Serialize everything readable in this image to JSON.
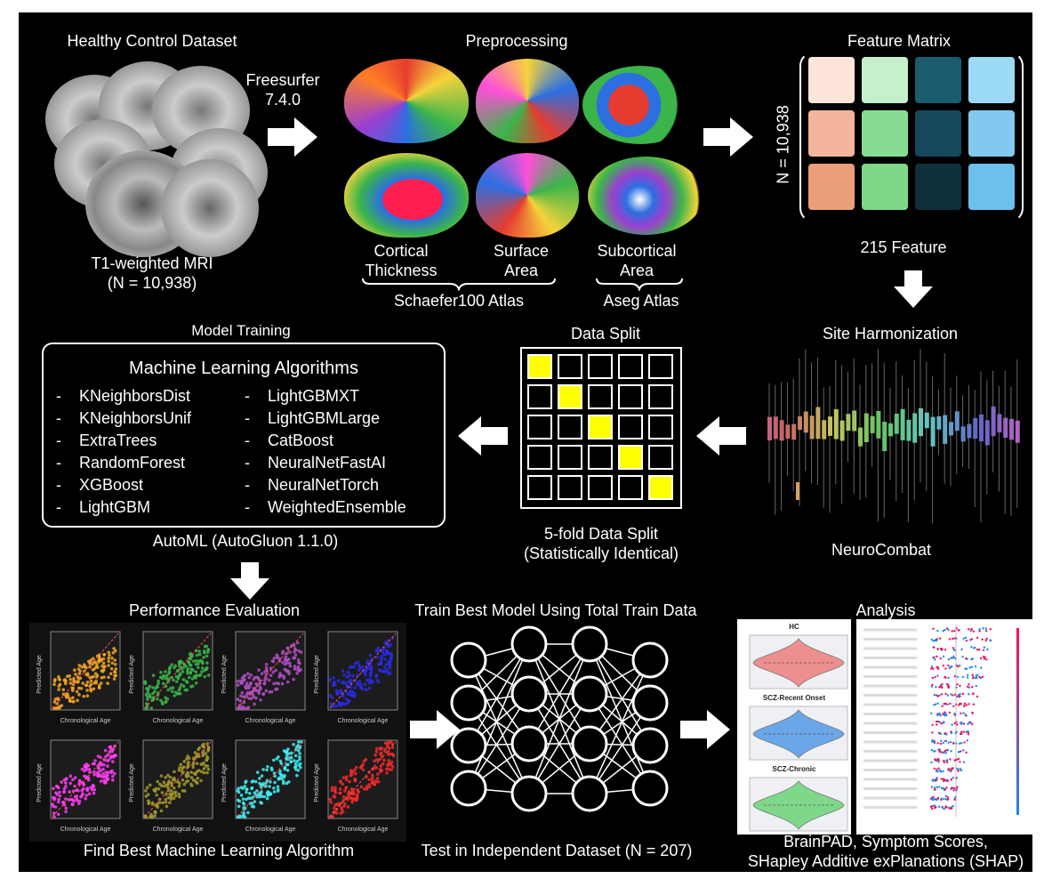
{
  "healthy": {
    "title": "Healthy Control Dataset",
    "caption_line1": "T1-weighted MRI",
    "caption_line2": "(N = 10,938)"
  },
  "freesurfer": {
    "line1": "Freesurfer",
    "line2": "7.4.0"
  },
  "preprocessing": {
    "title": "Preprocessing",
    "label_cortical_1": "Cortical",
    "label_cortical_2": "Thickness",
    "label_surface_1": "Surface",
    "label_surface_2": "Area",
    "label_subcortical_1": "Subcortical",
    "label_subcortical_2": "Area",
    "atlas_schaefer": "Schaefer100 Atlas",
    "atlas_aseg": "Aseg Atlas"
  },
  "feature_matrix": {
    "title": "Feature Matrix",
    "n_label": "N = 10,938",
    "feature_label": "215 Feature",
    "colors": [
      [
        "#fde5da",
        "#c5f0cc",
        "#1b5b6e",
        "#9cd9f4"
      ],
      [
        "#f3b69c",
        "#86dc93",
        "#17475a",
        "#82c9ef"
      ],
      [
        "#e9a078",
        "#7dd888",
        "#102f3c",
        "#6cc0ec"
      ]
    ]
  },
  "site_harmonization": {
    "title": "Site Harmonization",
    "caption": "NeuroCombat"
  },
  "data_split": {
    "title": "Data Split",
    "caption_line1": "5-fold Data Split",
    "caption_line2": "(Statistically Identical)",
    "highlight_color": "#ffff00"
  },
  "model_training": {
    "title": "Model Training",
    "box_title": "Machine Learning Algorithms",
    "left_items": [
      "KNeighborsDist",
      "KNeighborsUnif",
      "ExtraTrees",
      "RandomForest",
      "XGBoost",
      "LightGBM"
    ],
    "right_items": [
      "LightGBMXT",
      "LightGBMLarge",
      "CatBoost",
      "NeuralNetFastAI",
      "NeuralNetTorch",
      "WeightedEnsemble"
    ],
    "bullet": "-",
    "caption": "AutoML (AutoGluon 1.1.0)"
  },
  "performance": {
    "title": "Performance Evaluation",
    "caption": "Find Best Machine Learning Algorithm",
    "plot_colors": [
      "#f5a623",
      "#39b54a",
      "#b04fc6",
      "#2a2ae6",
      "#ff3df5",
      "#a39a2a",
      "#3ef0f5",
      "#ee2a2a"
    ],
    "ylabel": "Predicted Age",
    "xlabel": "Chronological Age"
  },
  "train_best": {
    "title": "Train Best Model Using Total Train Data",
    "caption": "Test in Independent Dataset (N = 207)"
  },
  "analysis": {
    "title": "Analysis",
    "caption_line1": "BrainPAD, Symptom Scores,",
    "caption_line2": "SHapley Additive exPlanations (SHAP)",
    "violin_titles": [
      "HC",
      "SCZ-Recent Onset",
      "SCZ-Chronic"
    ],
    "violin_colors": [
      "#ee8f8f",
      "#6aa7e8",
      "#7fd88a"
    ]
  }
}
